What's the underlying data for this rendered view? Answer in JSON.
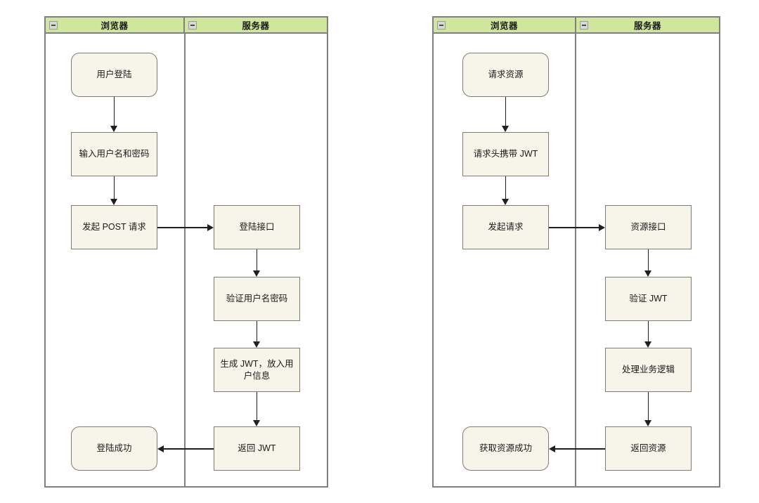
{
  "diagram": {
    "type": "swimlane-flowchart",
    "background": "#ffffff",
    "colors": {
      "lane_header_fill": "#cfe79b",
      "pool_border": "#808080",
      "node_fill": "#f7f4ea",
      "node_border": "#7d7d72",
      "connector": "#1f1f1f"
    },
    "pools": [
      {
        "name": "login-flow",
        "lanes": [
          {
            "title": "浏览器",
            "icon": "collapse-minus-icon"
          },
          {
            "title": "服务器",
            "icon": "collapse-minus-icon"
          }
        ],
        "nodes": [
          {
            "id": "p1n1",
            "label": "用户登陆",
            "shape": "rounded",
            "lane": "浏览器"
          },
          {
            "id": "p1n2",
            "label": "输入用户名和密码",
            "shape": "rect",
            "lane": "浏览器"
          },
          {
            "id": "p1n3",
            "label": "发起 POST 请求",
            "shape": "rect",
            "lane": "浏览器"
          },
          {
            "id": "p1n4",
            "label": "登陆成功",
            "shape": "rounded",
            "lane": "浏览器"
          },
          {
            "id": "p1n5",
            "label": "登陆接口",
            "shape": "rect",
            "lane": "服务器"
          },
          {
            "id": "p1n6",
            "label": "验证用户名密码",
            "shape": "rect",
            "lane": "服务器"
          },
          {
            "id": "p1n7",
            "label": "生成 JWT，放入用户信息",
            "shape": "rect",
            "lane": "服务器"
          },
          {
            "id": "p1n8",
            "label": "返回 JWT",
            "shape": "rect",
            "lane": "服务器"
          }
        ],
        "edges": [
          {
            "from": "p1n1",
            "to": "p1n2",
            "direction": "down"
          },
          {
            "from": "p1n2",
            "to": "p1n3",
            "direction": "down"
          },
          {
            "from": "p1n3",
            "to": "p1n5",
            "direction": "right"
          },
          {
            "from": "p1n5",
            "to": "p1n6",
            "direction": "down"
          },
          {
            "from": "p1n6",
            "to": "p1n7",
            "direction": "down"
          },
          {
            "from": "p1n7",
            "to": "p1n8",
            "direction": "down"
          },
          {
            "from": "p1n8",
            "to": "p1n4",
            "direction": "left"
          }
        ]
      },
      {
        "name": "resource-access-flow",
        "lanes": [
          {
            "title": "浏览器",
            "icon": "collapse-minus-icon"
          },
          {
            "title": "服务器",
            "icon": "collapse-minus-icon"
          }
        ],
        "nodes": [
          {
            "id": "p2n1",
            "label": "请求资源",
            "shape": "rounded",
            "lane": "浏览器"
          },
          {
            "id": "p2n2",
            "label": "请求头携带 JWT",
            "shape": "rect",
            "lane": "浏览器"
          },
          {
            "id": "p2n3",
            "label": "发起请求",
            "shape": "rect",
            "lane": "浏览器"
          },
          {
            "id": "p2n4",
            "label": "获取资源成功",
            "shape": "rounded",
            "lane": "浏览器"
          },
          {
            "id": "p2n5",
            "label": "资源接口",
            "shape": "rect",
            "lane": "服务器"
          },
          {
            "id": "p2n6",
            "label": "验证 JWT",
            "shape": "rect",
            "lane": "服务器"
          },
          {
            "id": "p2n7",
            "label": "处理业务逻辑",
            "shape": "rect",
            "lane": "服务器"
          },
          {
            "id": "p2n8",
            "label": "返回资源",
            "shape": "rect",
            "lane": "服务器"
          }
        ],
        "edges": [
          {
            "from": "p2n1",
            "to": "p2n2",
            "direction": "down"
          },
          {
            "from": "p2n2",
            "to": "p2n3",
            "direction": "down"
          },
          {
            "from": "p2n3",
            "to": "p2n5",
            "direction": "right"
          },
          {
            "from": "p2n5",
            "to": "p2n6",
            "direction": "down"
          },
          {
            "from": "p2n6",
            "to": "p2n7",
            "direction": "down"
          },
          {
            "from": "p2n7",
            "to": "p2n8",
            "direction": "down"
          },
          {
            "from": "p2n8",
            "to": "p2n4",
            "direction": "left"
          }
        ]
      }
    ]
  }
}
